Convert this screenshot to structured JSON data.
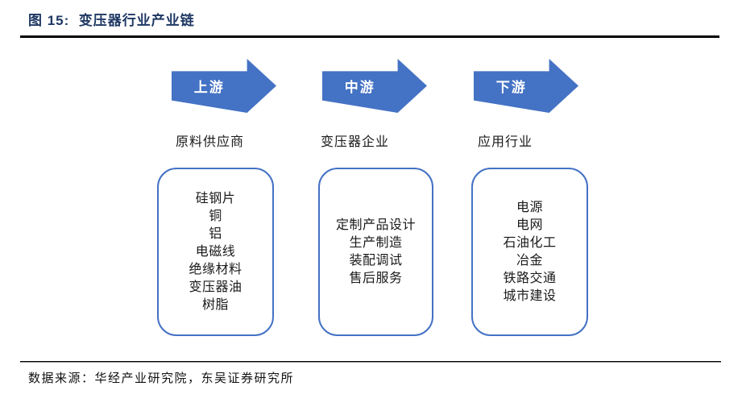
{
  "header": {
    "title": "图 15:  变压器行业产业链"
  },
  "colors": {
    "accent_blue": "#4472C4",
    "title_navy": "#1F3864",
    "rule_black": "#000000",
    "background": "#FFFFFF"
  },
  "stages": [
    {
      "arrow_label": "上游",
      "category_label": "原料供应商",
      "items": [
        "硅钢片",
        "铜",
        "铝",
        "电磁线",
        "绝缘材料",
        "变压器油",
        "树脂"
      ]
    },
    {
      "arrow_label": "中游",
      "category_label": "变压器企业",
      "items": [
        "定制产品设计",
        "生产制造",
        "装配调试",
        "售后服务"
      ]
    },
    {
      "arrow_label": "下游",
      "category_label": "应用行业",
      "items": [
        "电源",
        "电网",
        "石油化工",
        "冶金",
        "铁路交通",
        "城市建设"
      ]
    }
  ],
  "footer": {
    "source": "数据来源：华经产业研究院，东吴证券研究所"
  }
}
